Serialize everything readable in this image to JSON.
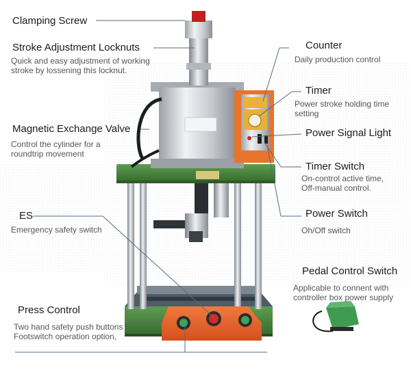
{
  "labels": {
    "clamping_screw": "Clamping Screw",
    "stroke_adjustment": "Stroke Adjustment Locknuts",
    "stroke_desc_line1": "Quick and easy adjustment of working",
    "stroke_desc_line2": "stroke by lossening this locknut.",
    "magnetic_valve": "Magnetic Exchange Valve",
    "magnetic_desc_line1": "Control the cylinder for a",
    "magnetic_desc_line2": "roundtrip movement",
    "es": "ES",
    "es_desc": "Emergency safety switch",
    "press_control": "Press Control",
    "press_desc_line1": "Two hand safety push buttons",
    "press_desc_line2": "Footswitch operation option,",
    "counter": "Counter",
    "counter_desc": "Daily production control",
    "timer": "Timer",
    "timer_desc_line1": "Power stroke holding time",
    "timer_desc_line2": "setting",
    "power_signal_light": "Power Signal Light",
    "timer_switch": "Timer Switch",
    "timer_switch_desc_line1": "On-control active time,",
    "timer_switch_desc_line2": "Off-manual control.",
    "power_switch": "Power Switch",
    "power_switch_desc": "Oh/Off switch",
    "pedal_control": "Pedal Control Switch",
    "pedal_desc_line1": "Applicable to connent with",
    "pedal_desc_line2": "controller box power supply"
  },
  "colors": {
    "base_green": "#4a8a3e",
    "control_orange": "#e8632b",
    "cylinder_silver": "#c9ccd0",
    "panel_yellow": "#e4b23a",
    "pedal_green": "#3f9a52",
    "leader_line": "#5a6a80"
  },
  "icons": [
    "emergency-stop-icon",
    "push-button-icon",
    "pedal-switch-icon"
  ]
}
